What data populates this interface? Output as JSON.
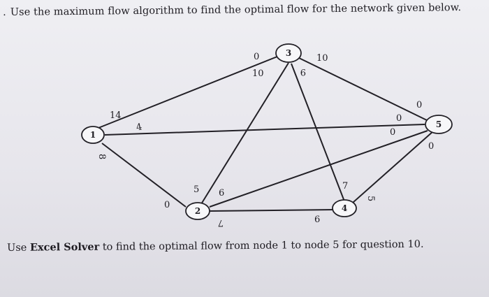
{
  "question": {
    "bullet": ".",
    "text": "Use the maximum flow algorithm to find the optimal flow for the network given below."
  },
  "network": {
    "nodes": [
      "1",
      "2",
      "3",
      "4",
      "5"
    ],
    "capacity_labels": {
      "n1_to_n3": "14",
      "n3_to_n1": "0",
      "n1_to_n5": "4",
      "n5_to_n1": "0",
      "n1_to_n2": "8",
      "n2_to_n1": "0",
      "n3_to_n2": "10",
      "n2_to_n3": "5",
      "n3_to_n4": "9",
      "n4_to_n3": "7",
      "n3_to_n5": "10",
      "n5_to_n3": "0",
      "n2_to_n5": "6",
      "n5_to_n2": "0",
      "n2_to_n4": "7",
      "n4_to_n2": "6",
      "n4_to_n5": "5",
      "n5_to_n4": "0"
    }
  },
  "footer": {
    "prefix": "Use ",
    "bold": "Excel Solver",
    "suffix": " to find the optimal flow from node 1 to node 5 for question 10."
  }
}
